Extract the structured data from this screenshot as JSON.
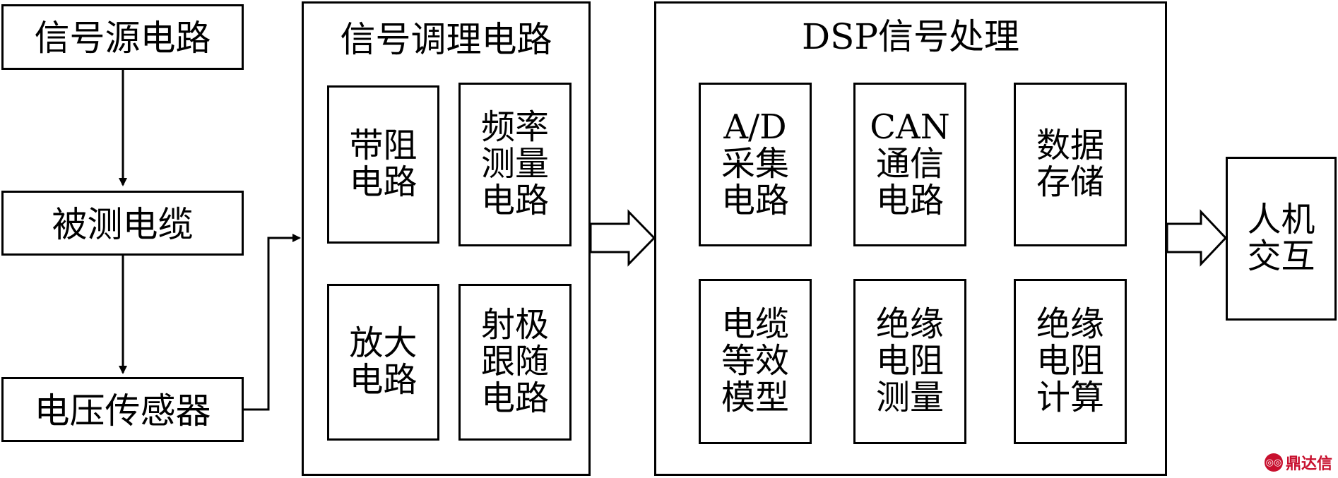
{
  "left_chain": {
    "signal_source": "信号源电路",
    "cable_under_test": "被测电缆",
    "voltage_sensor": "电压传感器"
  },
  "conditioning": {
    "title": "信号调理电路",
    "band_stop": [
      "带阻",
      "电路"
    ],
    "freq_measure": [
      "频率",
      "测量",
      "电路"
    ],
    "amplifier": [
      "放大",
      "电路"
    ],
    "emitter_follower": [
      "射极",
      "跟随",
      "电路"
    ]
  },
  "dsp": {
    "title": "DSP信号处理",
    "ad_acquisition": [
      "A/D",
      "采集",
      "电路"
    ],
    "can_comm": [
      "CAN",
      "通信",
      "电路"
    ],
    "data_storage": [
      "数据",
      "存储"
    ],
    "cable_model": [
      "电缆",
      "等效",
      "模型"
    ],
    "insulation_measure": [
      "绝缘",
      "电阻",
      "测量"
    ],
    "insulation_calc": [
      "绝缘",
      "电阻",
      "计算"
    ]
  },
  "hmi": [
    "人机",
    "交互"
  ],
  "watermark": "鼎达信"
}
